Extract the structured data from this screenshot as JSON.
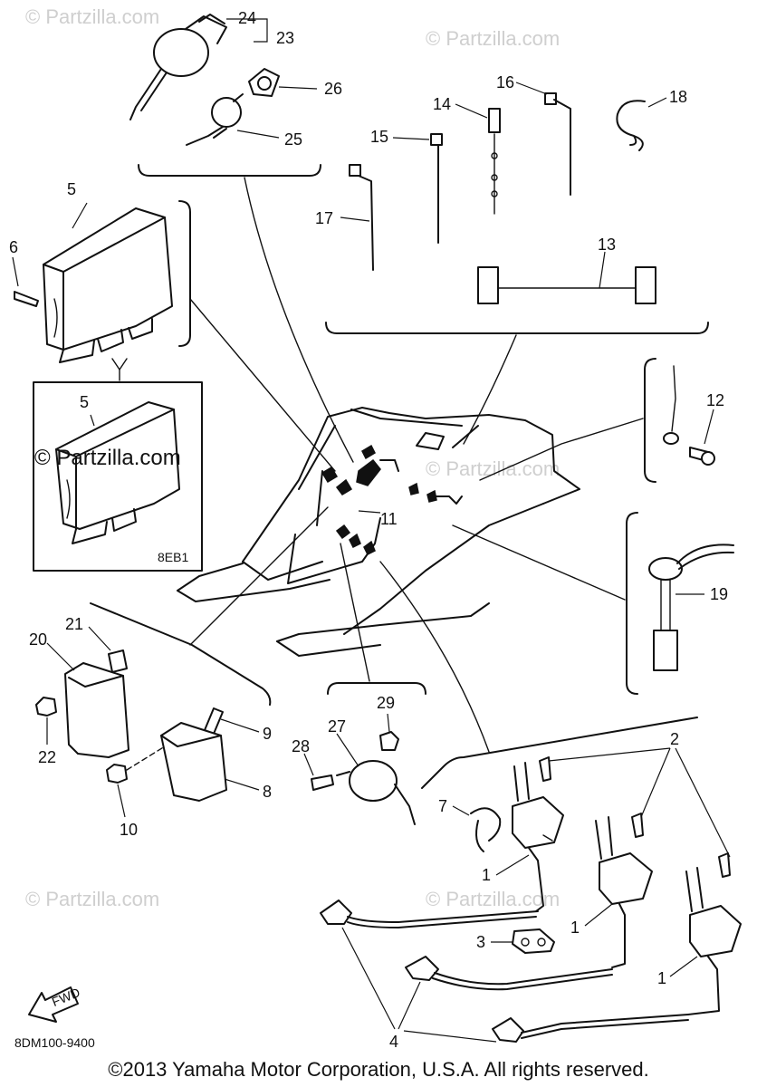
{
  "diagram": {
    "watermark_text": "© Partzilla.com",
    "inset_code": "8EB1",
    "diagram_code": "8DM100-9400",
    "fwd_label": "FWD",
    "copyright": "©2013 Yamaha Motor Corporation, U.S.A. All rights reserved.",
    "callouts": {
      "c1": "1",
      "c2": "2",
      "c3": "3",
      "c4": "4",
      "c5": "5",
      "c6": "6",
      "c7": "7",
      "c8": "8",
      "c9": "9",
      "c10": "10",
      "c11": "11",
      "c12": "12",
      "c13": "13",
      "c14": "14",
      "c15": "15",
      "c16": "16",
      "c17": "17",
      "c18": "18",
      "c19": "19",
      "c20": "20",
      "c21": "21",
      "c22": "22",
      "c23": "23",
      "c24": "24",
      "c25": "25",
      "c26": "26",
      "c27": "27",
      "c28": "28",
      "c29": "29"
    }
  }
}
